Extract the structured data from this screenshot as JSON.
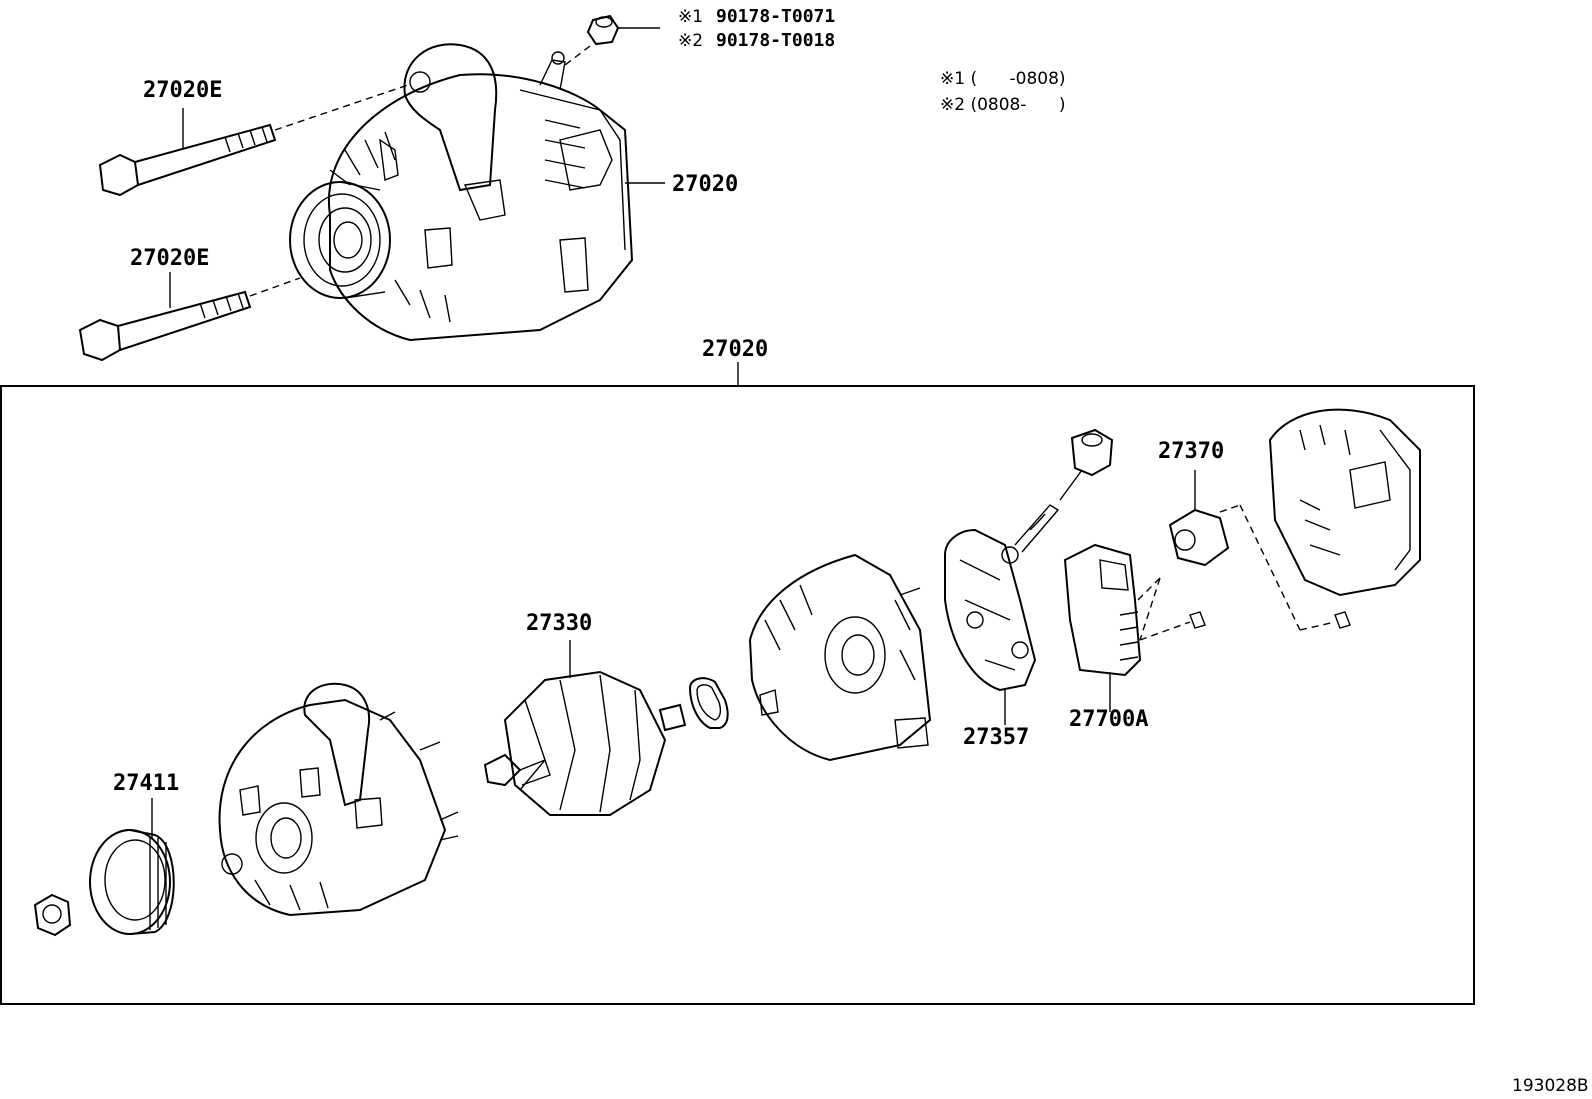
{
  "callouts": {
    "top_bolt_upper": "27020E",
    "top_bolt_lower": "27020E",
    "alternator_assy_top": "27020",
    "alternator_assy_frame": "27020",
    "rotor": "27330",
    "pulley": "27411",
    "rectifier": "27357",
    "regulator": "27700A",
    "brush_holder": "27370"
  },
  "terminal_nut": {
    "line1_mark": "※1",
    "line1_part": "90178-T0071",
    "line2_mark": "※2",
    "line2_part": "90178-T0018"
  },
  "legend": {
    "line1": "※1 (      -0808)",
    "line2": "※2 (0808-      )"
  },
  "figure_id": "193028B"
}
